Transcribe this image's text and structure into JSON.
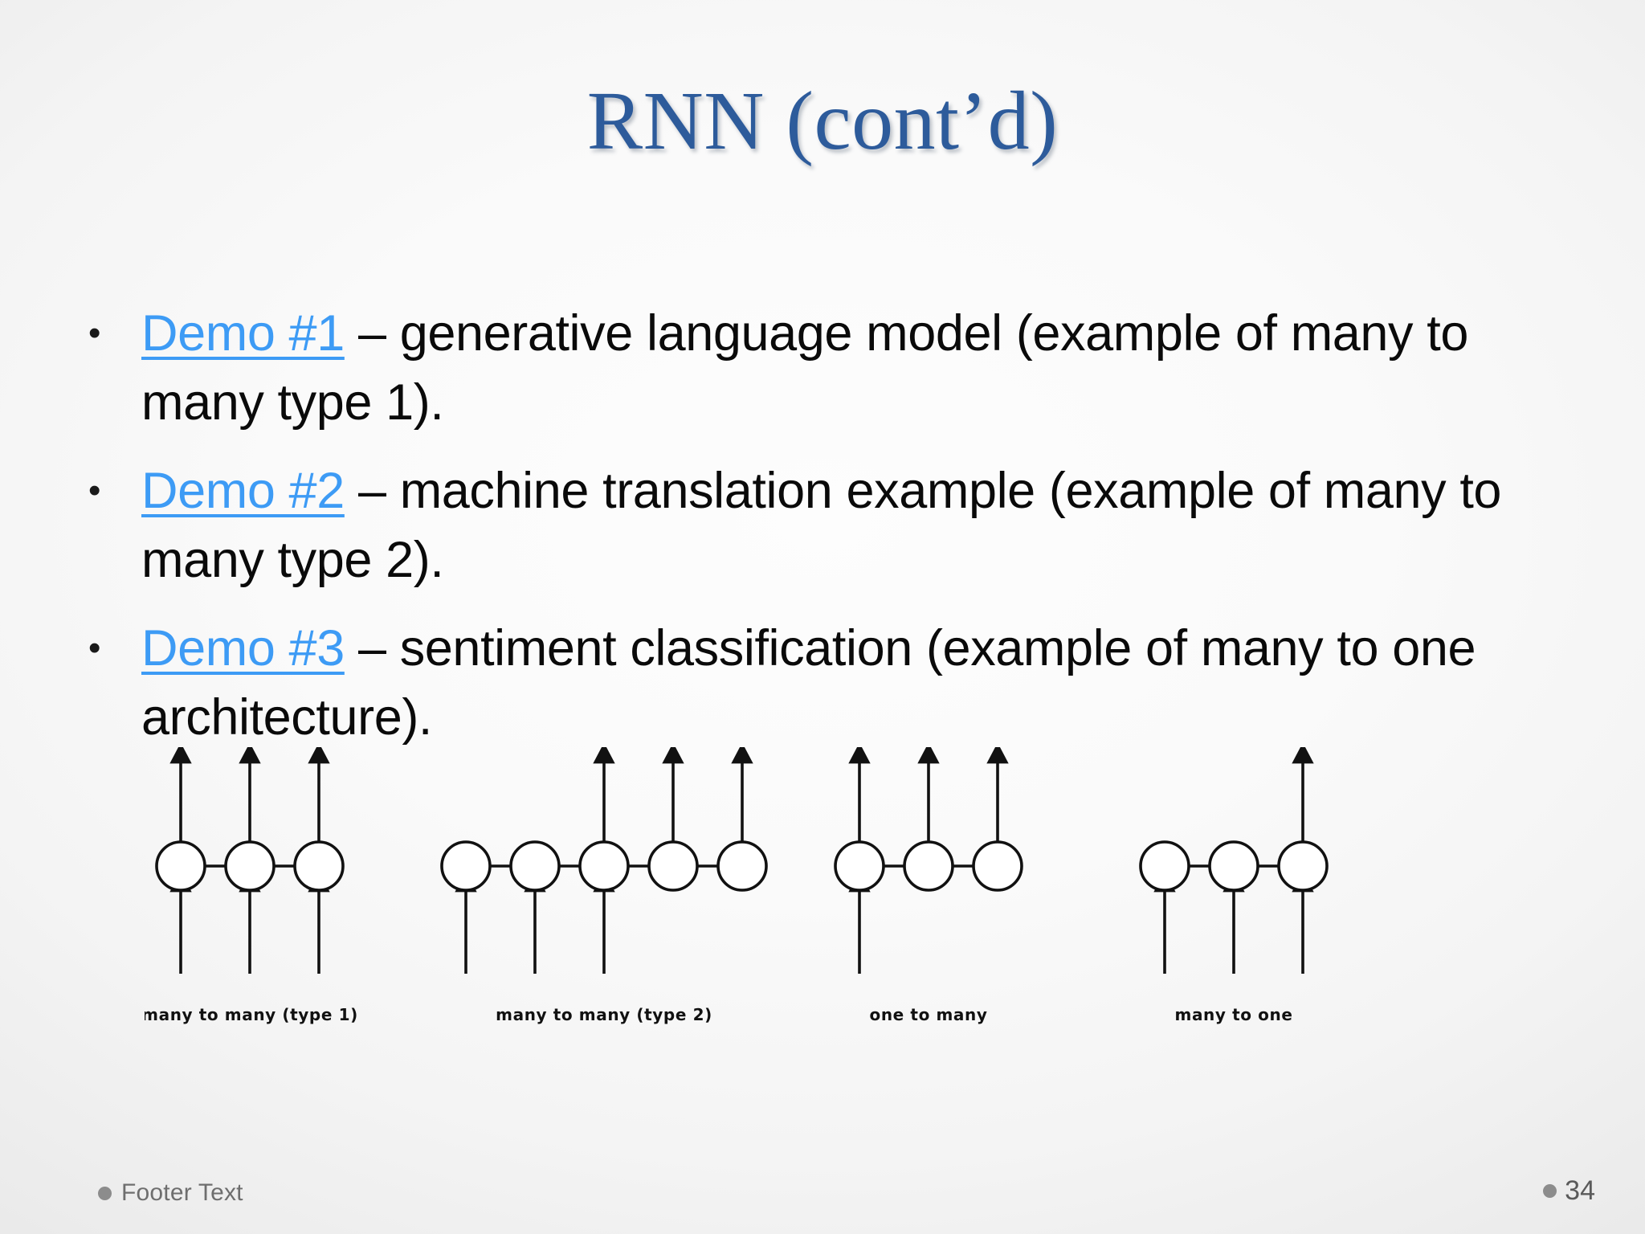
{
  "slide": {
    "title": "RNN (cont’d)",
    "title_color": "#2d5b9b",
    "background_center": "#fdfdfd",
    "background_edge": "#dcdcdc"
  },
  "bullets": [
    {
      "marker": "•",
      "link_label": "Demo #1",
      "link_color": "#3d9bf5",
      "rest": " – generative language model (example of many to many type 1)."
    },
    {
      "marker": "•",
      "link_label": "Demo #2",
      "link_color": "#3d9bf5",
      "rest": " – machine translation example (example of many to many type 2)."
    },
    {
      "marker": "•",
      "link_label": "Demo #3",
      "link_color": "#3d9bf5",
      "rest": " – sentiment classification (example of many to one architecture)."
    }
  ],
  "diagram": {
    "caption_color": "#111111",
    "stroke_color": "#111111",
    "panels": [
      {
        "label": "many to many (type 1)",
        "node_count": 3,
        "inputs": [
          1,
          1,
          1
        ],
        "outputs": [
          1,
          1,
          1
        ]
      },
      {
        "label": "many to many (type 2)",
        "node_count": 5,
        "inputs": [
          1,
          1,
          1,
          0,
          0
        ],
        "outputs": [
          0,
          0,
          1,
          1,
          1
        ]
      },
      {
        "label": "one to many",
        "node_count": 3,
        "inputs": [
          1,
          0,
          0
        ],
        "outputs": [
          1,
          1,
          1
        ]
      },
      {
        "label": "many to one",
        "node_count": 3,
        "inputs": [
          1,
          1,
          1
        ],
        "outputs": [
          0,
          0,
          1
        ]
      }
    ]
  },
  "footer": {
    "text": "Footer Text",
    "page_number": "34",
    "dot_color": "#8c8c8c"
  }
}
